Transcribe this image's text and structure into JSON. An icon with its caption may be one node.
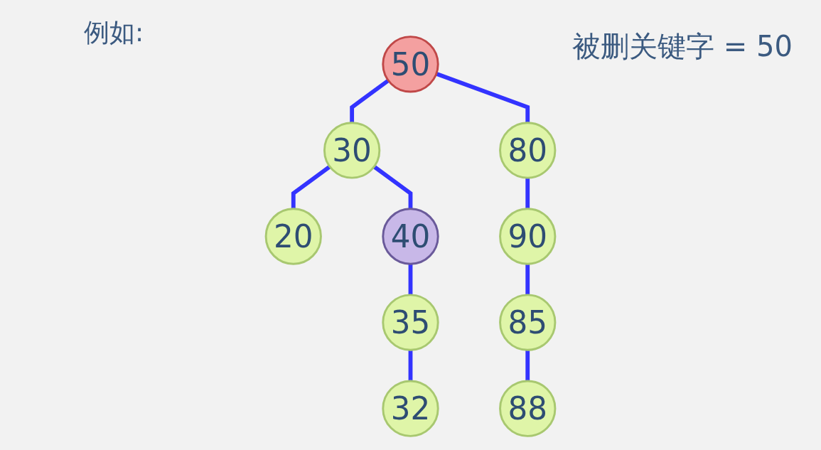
{
  "diagram": {
    "nodes": [
      {
        "text": [
          "50"
        ]
      },
      {
        "text": [
          "30"
        ]
      },
      {
        "text": [
          "80"
        ]
      },
      {
        "text": [
          "20"
        ]
      },
      {
        "text": [
          "40"
        ]
      },
      {
        "text": [
          "90"
        ]
      },
      {
        "text": [
          "35"
        ]
      },
      {
        "text": [
          "85"
        ]
      },
      {
        "text": [
          "32"
        ]
      },
      {
        "text": [
          "88"
        ]
      }
    ],
    "edges": [
      {
        "from": 0,
        "to": 1,
        "arrow": "none"
      },
      {
        "from": 0,
        "to": 2,
        "arrow": "none"
      },
      {
        "from": 1,
        "to": 3,
        "arrow": "none"
      },
      {
        "from": 1,
        "to": 4,
        "arrow": "none"
      },
      {
        "from": 2,
        "to": 5,
        "arrow": "none"
      },
      {
        "from": 4,
        "to": 6,
        "arrow": "none"
      },
      {
        "from": 5,
        "to": 7,
        "arrow": "none"
      },
      {
        "from": 6,
        "to": 8,
        "arrow": "none"
      },
      {
        "from": 7,
        "to": 9,
        "arrow": "none"
      }
    ],
    "labels": [
      "例如:",
      "被删关键字 = 50"
    ]
  }
}
